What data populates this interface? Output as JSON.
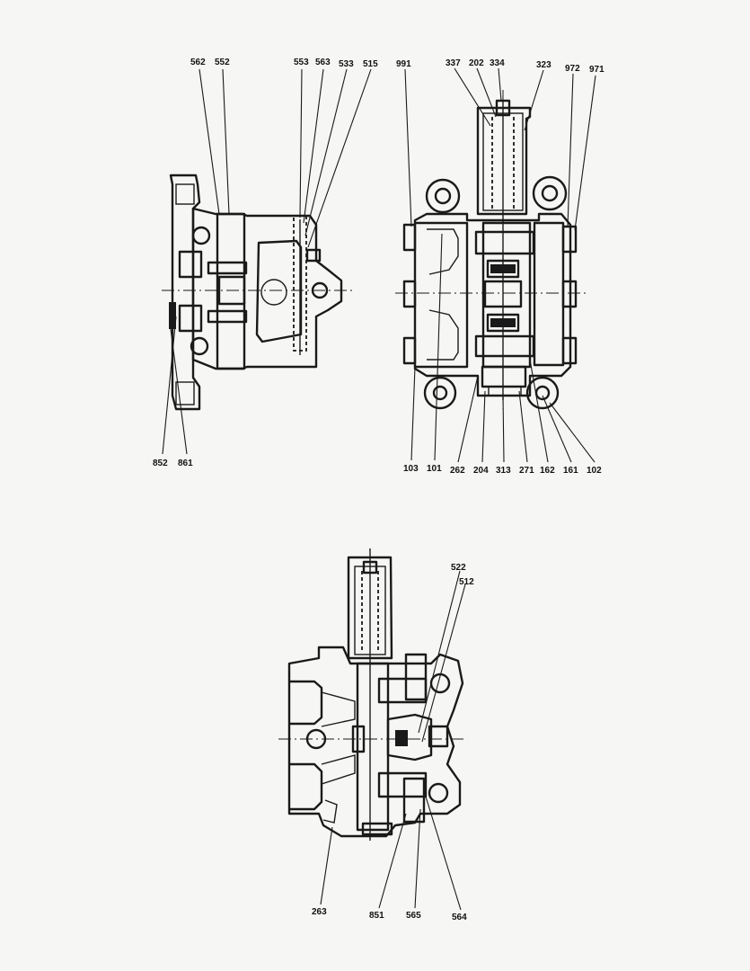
{
  "callouts": {
    "c562": "562",
    "c552": "552",
    "c553": "553",
    "c563": "563",
    "c533": "533",
    "c515": "515",
    "c991": "991",
    "c337": "337",
    "c202": "202",
    "c334": "334",
    "c323": "323",
    "c972": "972",
    "c971": "971",
    "c852": "852",
    "c861": "861",
    "c103": "103",
    "c101": "101",
    "c262": "262",
    "c204": "204",
    "c313": "313",
    "c271": "271",
    "c162": "162",
    "c161": "161",
    "c102": "102",
    "c522": "522",
    "c512": "512",
    "c263": "263",
    "c851": "851",
    "c565": "565",
    "c564": "564"
  }
}
